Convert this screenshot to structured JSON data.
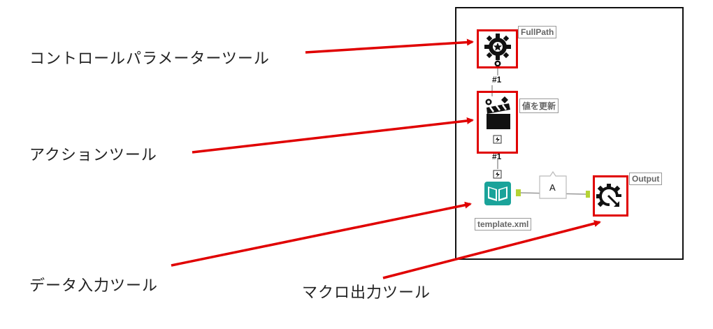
{
  "callouts": {
    "control_param": "コントロールパラメーターツール",
    "action": "アクションツール",
    "data_input": "データ入力ツール",
    "macro_output": "マクロ出力ツール"
  },
  "tools": {
    "control_param_label": "FullPath",
    "action_label": "値を更新",
    "input_label": "template.xml",
    "output_label": "Output"
  },
  "connections": {
    "first": "#1",
    "second": "#1",
    "anchor": "A"
  },
  "colors": {
    "highlight": "#e00000",
    "input_icon": "#1aa39a",
    "anchor_green": "#b5d334"
  }
}
